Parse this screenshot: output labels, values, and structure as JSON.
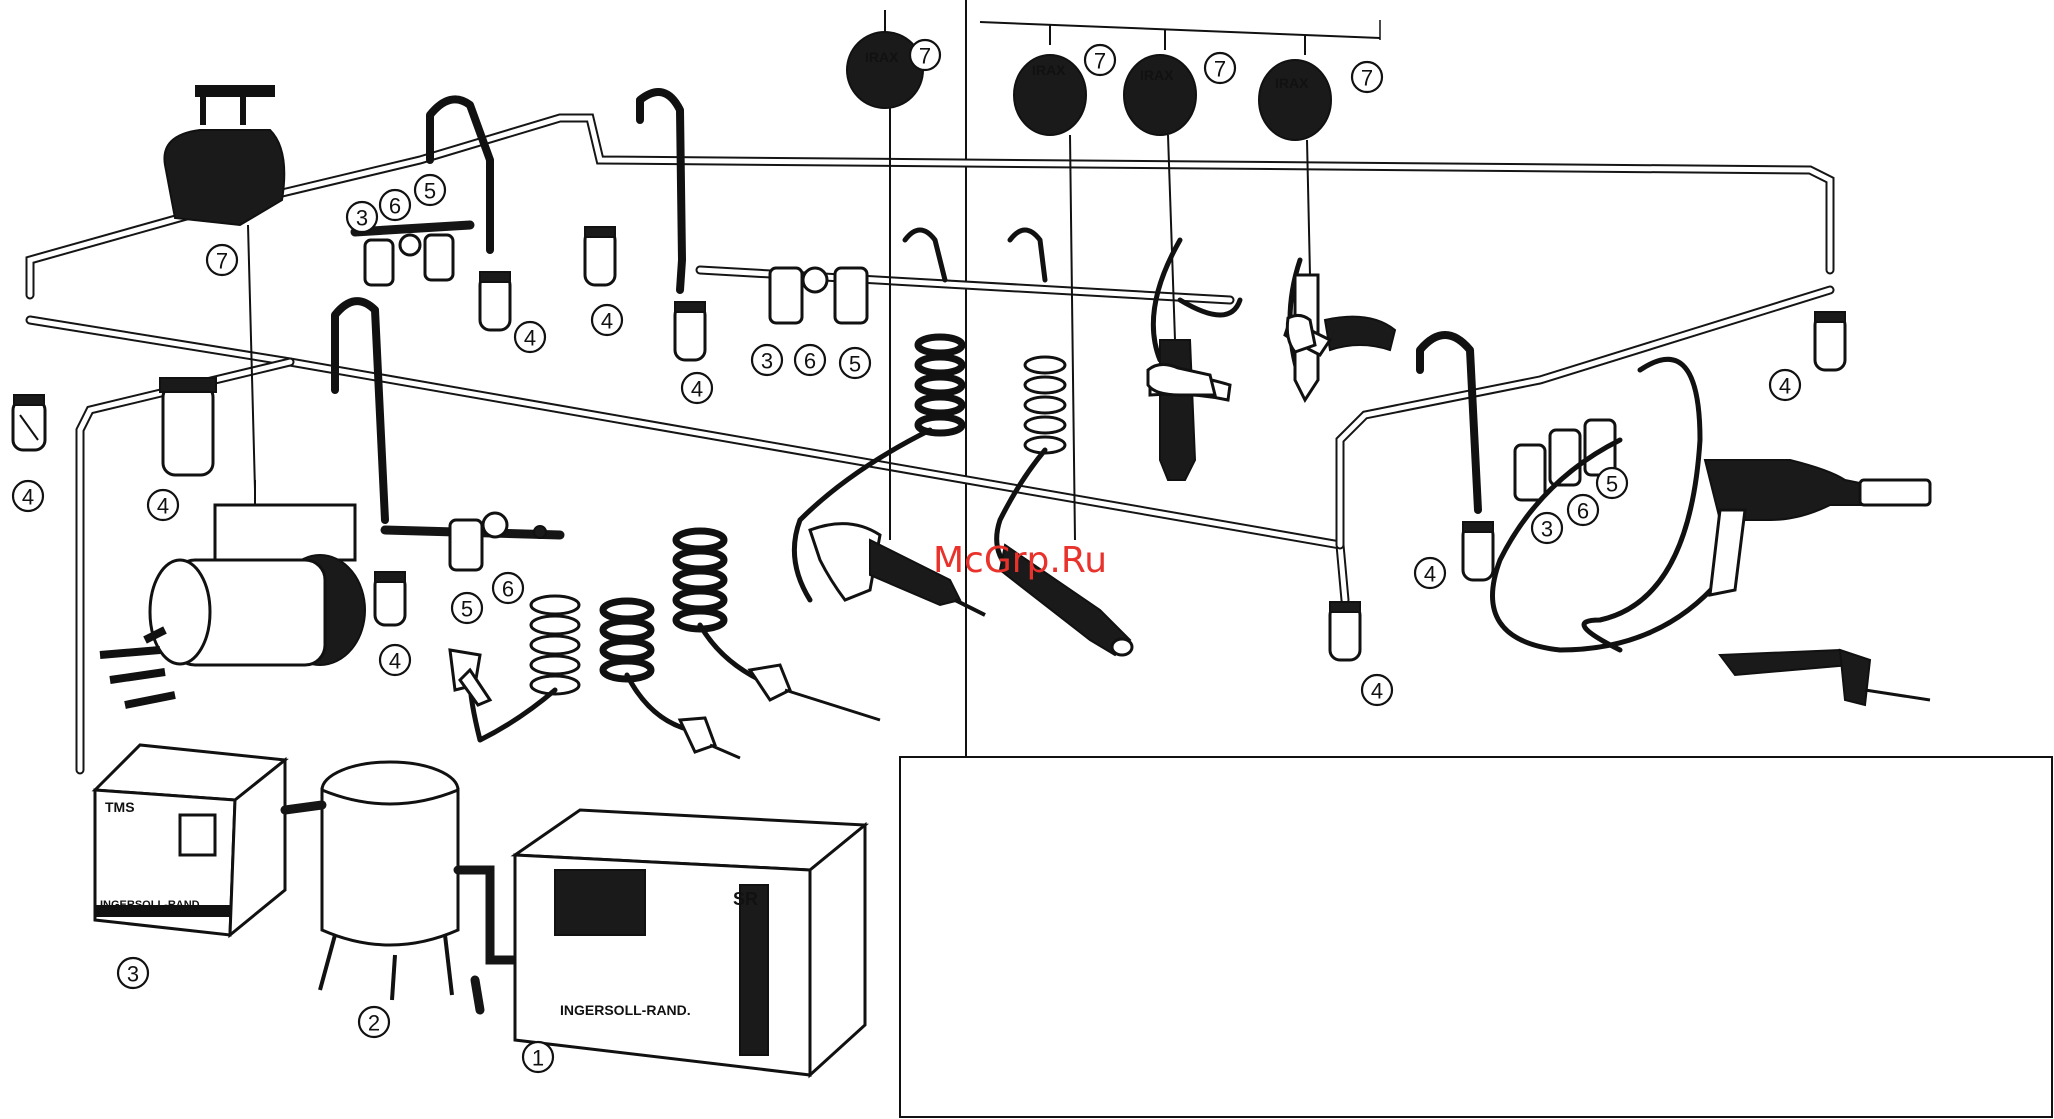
{
  "watermark": "McGrp.Ru",
  "unit_labels": {
    "compressor_brand": "INGERSOLL-RAND.",
    "compressor_model": "SR",
    "dryer_brand": "INGERSOLL-RAND.",
    "dryer_model": "TMS",
    "balancer_brand": "IRAX"
  },
  "callouts": [
    {
      "id": "compressor",
      "label": "1"
    },
    {
      "id": "receiver",
      "label": "2"
    },
    {
      "id": "dryer",
      "label": "3"
    },
    {
      "id": "drain-far-left",
      "label": "4"
    },
    {
      "id": "filter-left",
      "label": "4"
    },
    {
      "id": "drain-motor",
      "label": "4"
    },
    {
      "id": "drain-c1",
      "label": "4"
    },
    {
      "id": "drain-c2",
      "label": "4"
    },
    {
      "id": "drain-c3",
      "label": "4"
    },
    {
      "id": "drain-front",
      "label": "4"
    },
    {
      "id": "drain-right-front",
      "label": "4"
    },
    {
      "id": "drain-right-back",
      "label": "4"
    },
    {
      "id": "frl-a-filter",
      "label": "3"
    },
    {
      "id": "frl-a-regulator",
      "label": "6"
    },
    {
      "id": "frl-a-lubricator",
      "label": "5"
    },
    {
      "id": "frl-b-filter",
      "label": "3"
    },
    {
      "id": "frl-b-regulator",
      "label": "6"
    },
    {
      "id": "frl-b-lubricator",
      "label": "5"
    },
    {
      "id": "frl-c-lubricator",
      "label": "5"
    },
    {
      "id": "frl-c-regulator",
      "label": "6"
    },
    {
      "id": "frl-d-filter",
      "label": "3"
    },
    {
      "id": "frl-d-regulator",
      "label": "6"
    },
    {
      "id": "frl-d-lubricator",
      "label": "5"
    },
    {
      "id": "hoist",
      "label": "7"
    },
    {
      "id": "balancer-1",
      "label": "7"
    },
    {
      "id": "balancer-2",
      "label": "7"
    },
    {
      "id": "balancer-3",
      "label": "7"
    },
    {
      "id": "balancer-4",
      "label": "7"
    }
  ]
}
